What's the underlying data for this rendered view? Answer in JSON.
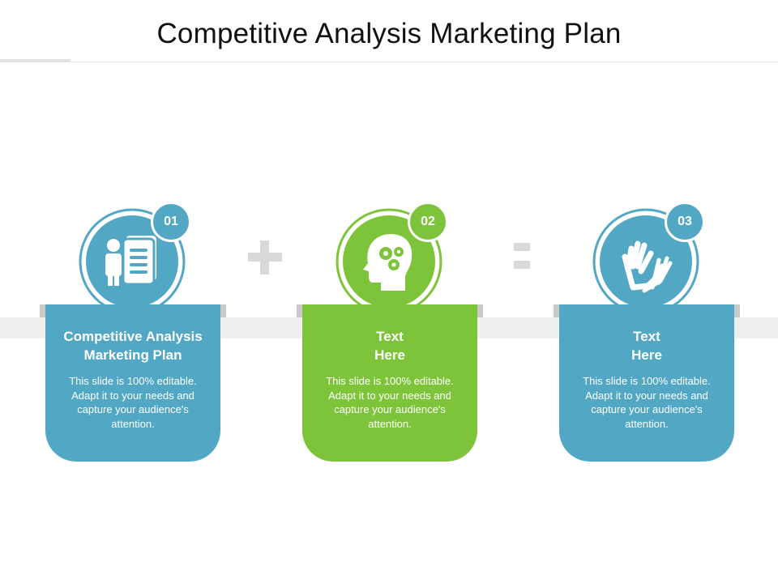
{
  "title": "Competitive Analysis Marketing Plan",
  "colors": {
    "blue": "#52a8c4",
    "green": "#7ec43a",
    "shadow": "#c9c9c9",
    "operator": "#d9d9d9"
  },
  "steps": [
    {
      "number": "01",
      "heading": "Competitive Analysis\nMarketing Plan",
      "body": "This slide is 100% editable. Adapt it to your needs and capture your audience's attention.",
      "icon": "person-document-icon",
      "color": "#52a8c4"
    },
    {
      "number": "02",
      "heading": "Text\nHere",
      "body": "This slide is 100% editable. Adapt it to your needs and capture your audience's attention.",
      "icon": "head-gears-icon",
      "color": "#7ec43a"
    },
    {
      "number": "03",
      "heading": "Text\nHere",
      "body": "This slide is 100% editable. Adapt it to your needs and capture your audience's attention.",
      "icon": "hands-icon",
      "color": "#52a8c4"
    }
  ],
  "operators": [
    "plus-icon",
    "equals-icon"
  ]
}
